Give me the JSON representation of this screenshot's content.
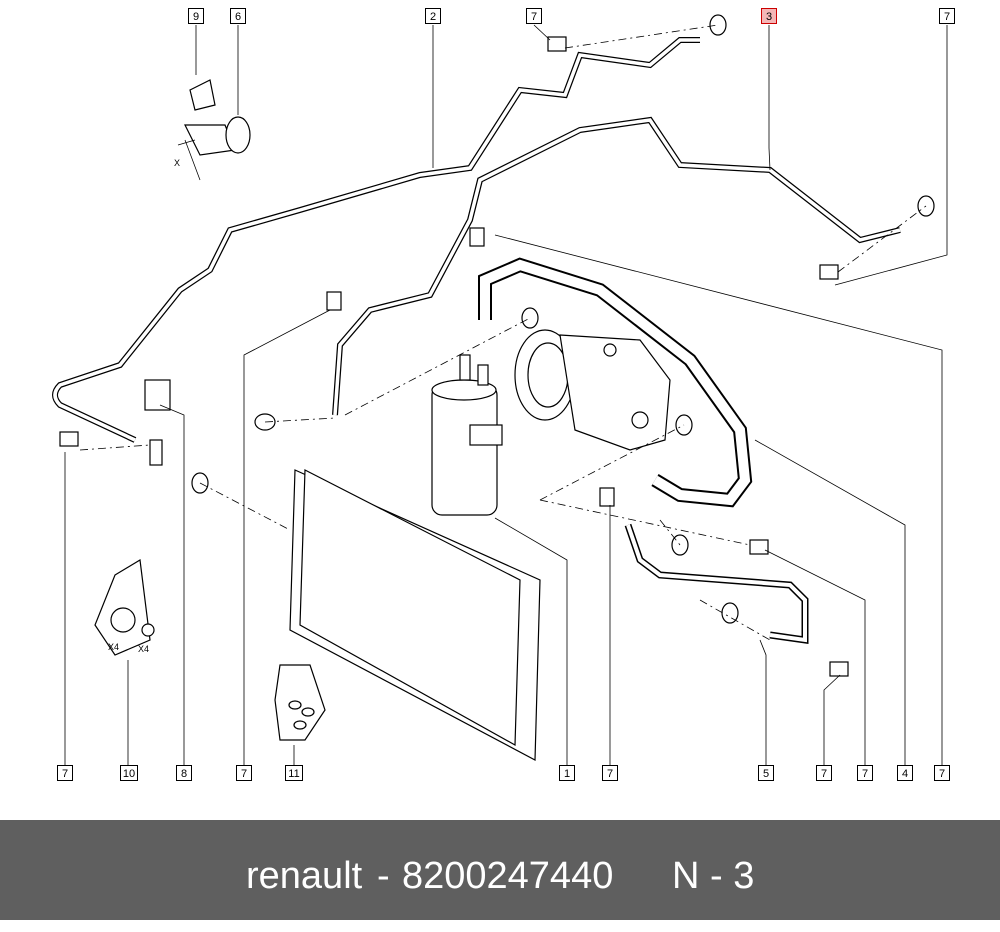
{
  "diagram": {
    "callouts": [
      {
        "id": "c9",
        "label": "9"
      },
      {
        "id": "c6",
        "label": "6"
      },
      {
        "id": "c2",
        "label": "2"
      },
      {
        "id": "c7a",
        "label": "7"
      },
      {
        "id": "c3",
        "label": "3",
        "highlighted": true
      },
      {
        "id": "c7b",
        "label": "7"
      },
      {
        "id": "c7c",
        "label": "7"
      },
      {
        "id": "c10",
        "label": "10"
      },
      {
        "id": "c8",
        "label": "8"
      },
      {
        "id": "c7d",
        "label": "7"
      },
      {
        "id": "c11",
        "label": "11"
      },
      {
        "id": "c1",
        "label": "1"
      },
      {
        "id": "c7e",
        "label": "7"
      },
      {
        "id": "c5",
        "label": "5"
      },
      {
        "id": "c7f",
        "label": "7"
      },
      {
        "id": "c7g",
        "label": "7"
      },
      {
        "id": "c4",
        "label": "4"
      },
      {
        "id": "c7h",
        "label": "7"
      }
    ],
    "dimension_label": "X",
    "qty_labels": [
      "X4",
      "X4"
    ],
    "highlight_color": "#f4b7b7",
    "highlight_border": "#cc0000"
  },
  "footer": {
    "brand": "renault",
    "separator": "-",
    "part_number": "8200247440",
    "page_label": "N - 3",
    "background": "#5f5f5f"
  }
}
